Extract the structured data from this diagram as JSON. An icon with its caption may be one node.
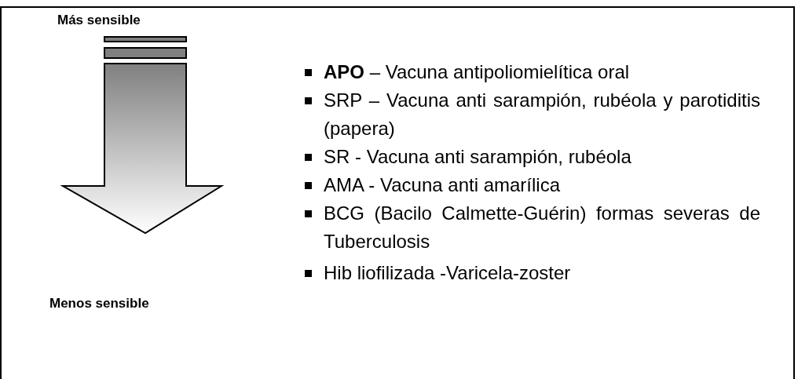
{
  "diagram": {
    "labels": [
      "Más sensible",
      "**APO** – Vacuna antipoliomielítica oral",
      "SRP – Vacuna anti sarampión, rubéola y parotiditis (papera)",
      "SR - Vacuna anti sarampión, rubéola",
      "AMA - Vacuna anti amarílica",
      "BCG (Bacilo Calmette-Guérin) formas severas de Tuberculosis",
      "Hib liofilizada -Varicela-zoster",
      "Menos sensible"
    ]
  }
}
